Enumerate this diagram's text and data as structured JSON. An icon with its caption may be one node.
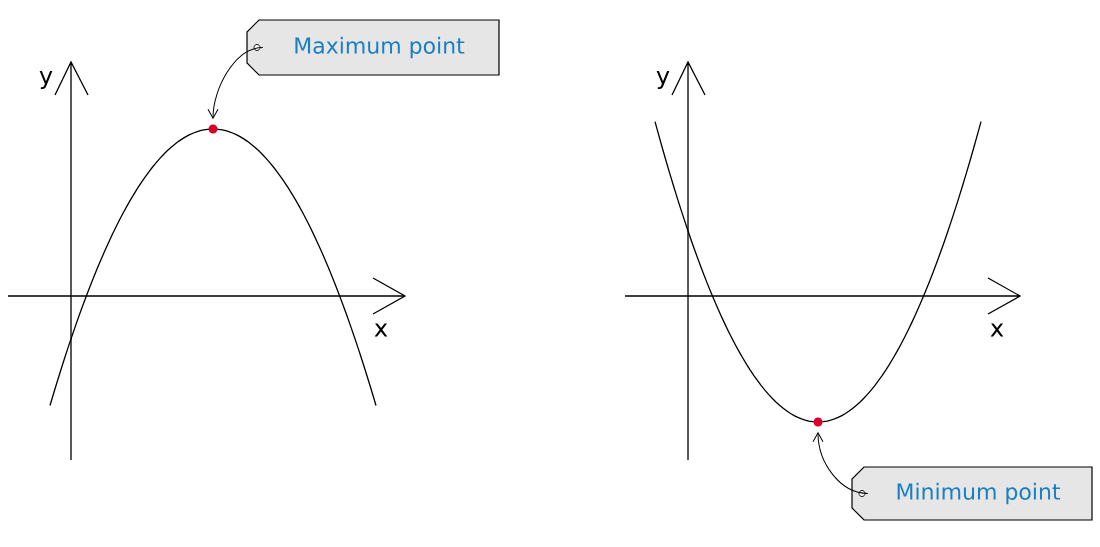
{
  "diagram": {
    "nodes": [
      {
        "text": [
          "Maximum point"
        ]
      },
      {
        "text": [],
        "shape": "circle"
      },
      {
        "text": [
          "Minimum point"
        ]
      },
      {
        "text": [],
        "shape": "circle"
      }
    ],
    "edges": [
      {
        "from": 0,
        "to": 1,
        "arrow": "to"
      },
      {
        "from": 2,
        "to": 3,
        "arrow": "to"
      }
    ],
    "labels": [
      "y",
      "y",
      "x",
      "x"
    ]
  }
}
